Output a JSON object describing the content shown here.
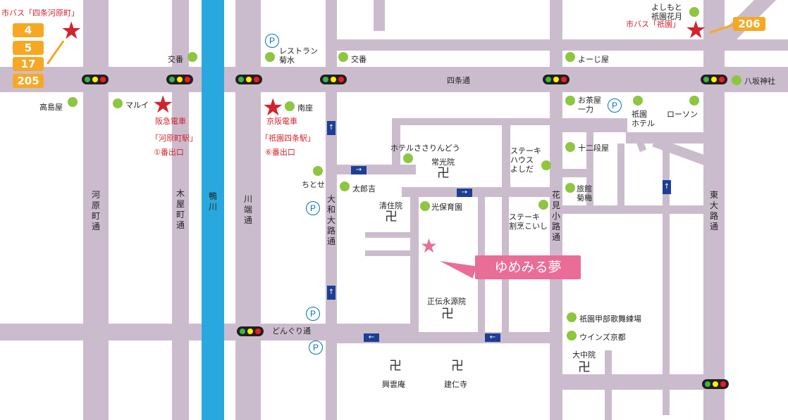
{
  "streets": {
    "shijo": "四条通",
    "kawaramachi": "河原町通",
    "kiyamachi": "木屋町通",
    "kamogawa": "鴨川",
    "kawabata": "川端通",
    "yamato_oji": "大和大路通",
    "hanamikoji": "花見小路通",
    "higashioji": "東大路通",
    "donguri": "どんぐり通"
  },
  "bus": {
    "shijo_kawaramachi_label": "市バス「四条河原町」",
    "shijo_kawaramachi_routes": [
      "4",
      "5",
      "17",
      "205"
    ],
    "gion_label": "市バス「祇園」",
    "gion_route": "206"
  },
  "stations": {
    "hankyu_line1": "阪急電車",
    "hankyu_line2": "「河原町駅」",
    "hankyu_line3": "①番出口",
    "keihan_line1": "京阪電車",
    "keihan_line2": "「祇園四条駅」",
    "keihan_line3": "⑥番出口"
  },
  "landmarks": {
    "koban_1": "交番",
    "restaurant_kikusui": "レストラン\n菊水",
    "koban_2": "交番",
    "yojiya": "よーじ屋",
    "yoshimoto": "よしもと\n祇園花月",
    "yasaka": "八坂神社",
    "takashimaya": "高島屋",
    "marui": "マルイ",
    "minamiza": "南座",
    "ochaya_ichiriki": "お茶屋\n一力",
    "gion_hotel": "祇園\nホテル",
    "lawson": "ローソン",
    "hotel_sasarindo": "ホテルささりんどう",
    "jokoin": "常光院",
    "steak_yoshida": "ステーキ\nハウス\nよしだ",
    "junidanya": "十二段屋",
    "chitose": "ちとせ",
    "tarokichi": "太郎吉",
    "ryokan_kikuume": "旅館\n菊梅",
    "seijuin": "清住院",
    "kohoikuen": "光保育園",
    "steak_koishi": "ステーキ\n割烹こいし",
    "yumemiru_yume": "ゆめみる夢",
    "shodeneigenin": "正伝永源院",
    "gion_kobu": "祇園甲部歌舞練場",
    "wings_kyoto": "ウインズ京都",
    "daichuin": "大中院",
    "kouun_an": "興雲庵",
    "kenninji": "建仁寺"
  },
  "symbols": {
    "parking": "P",
    "temple": "卍",
    "arrow_right": "→",
    "arrow_left": "←",
    "arrow_up": "↑"
  },
  "colors": {
    "road": "#cbbccd",
    "river": "#29a8e0",
    "landmark_dot": "#8dc63f",
    "station_star": "#d3232d",
    "destination": "#ea6d98",
    "bus_badge": "#f7a823"
  }
}
